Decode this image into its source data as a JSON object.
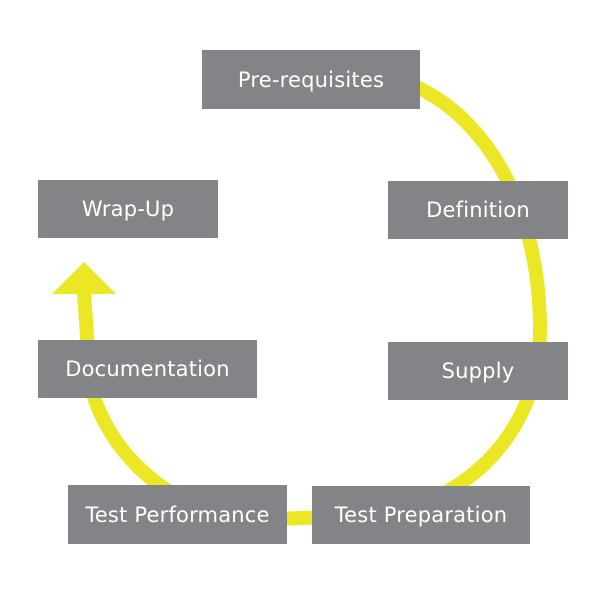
{
  "diagram": {
    "colors": {
      "box_fill": "#838487",
      "box_text": "#ffffff",
      "arrow": "#ECE724",
      "background": "#ffffff"
    },
    "steps": [
      {
        "id": "prereq",
        "label": "Pre-requisites"
      },
      {
        "id": "definition",
        "label": "Definition"
      },
      {
        "id": "supply",
        "label": "Supply"
      },
      {
        "id": "test-preparation",
        "label": "Test Preparation"
      },
      {
        "id": "test-performance",
        "label": "Test Performance"
      },
      {
        "id": "documentation",
        "label": "Documentation"
      },
      {
        "id": "wrap-up",
        "label": "Wrap-Up"
      }
    ]
  }
}
